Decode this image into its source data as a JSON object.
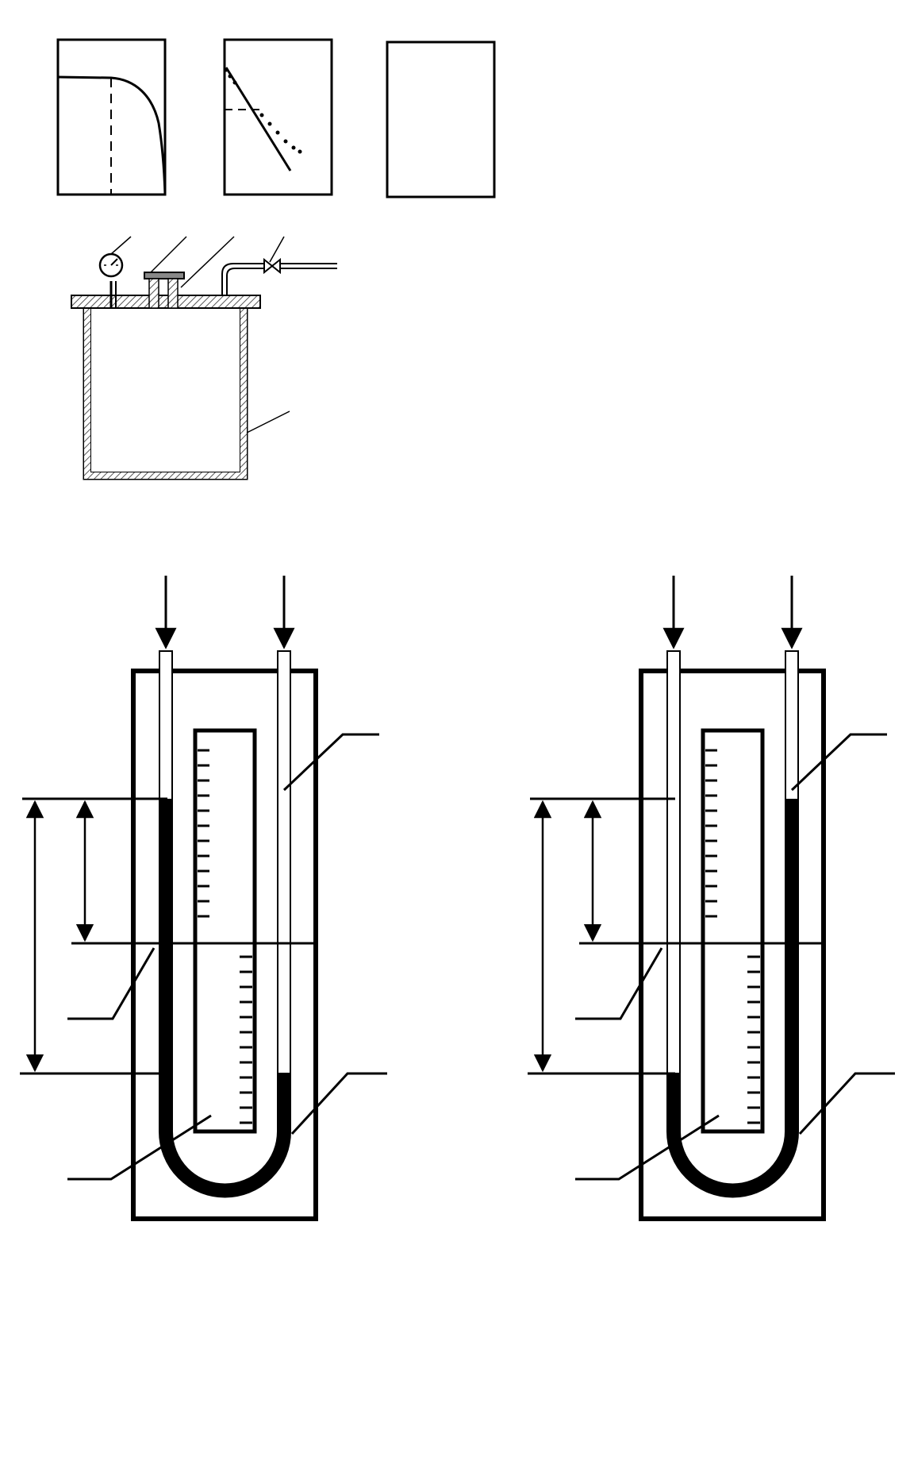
{
  "figure": {
    "description_note": "",
    "colors": {
      "ink": "#000000",
      "paper": "#ffffff",
      "hatch": "#555555"
    },
    "panels": [
      {
        "id": "graph-a",
        "kind": "curve-falling-knee"
      },
      {
        "id": "graph-b",
        "kind": "line-with-dotted-deviation"
      },
      {
        "id": "graph-c",
        "kind": "empty-frame"
      }
    ],
    "vessel": {
      "parts": [
        "pressure-gauge-icon",
        "stopper",
        "cap",
        "valve-icon",
        "container-wall"
      ]
    },
    "manometers": [
      {
        "id": "manometer-left",
        "filled_side": "left"
      },
      {
        "id": "manometer-right",
        "filled_side": "right"
      }
    ]
  }
}
